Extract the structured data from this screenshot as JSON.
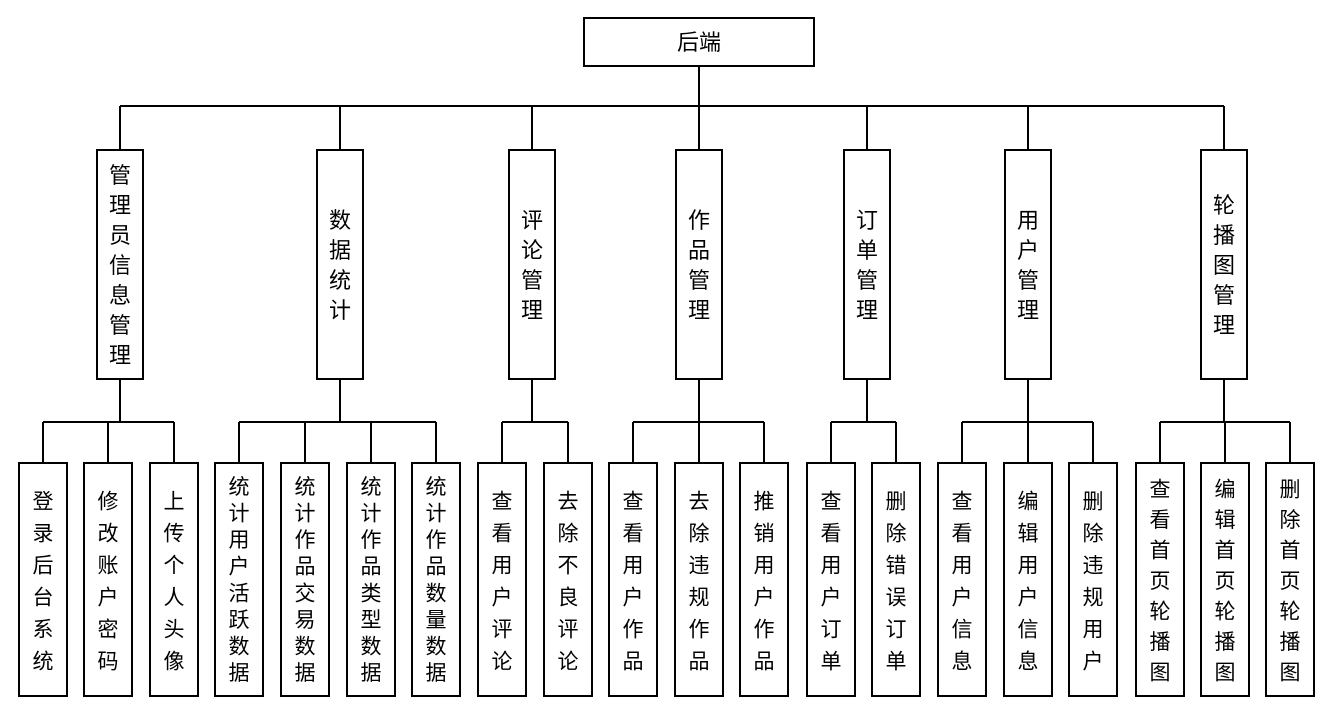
{
  "root": {
    "label": "后端",
    "children": [
      {
        "label": "管理员信息管理",
        "children": [
          "登录后台系统",
          "修改账户密码",
          "上传个人头像"
        ]
      },
      {
        "label": "数据统计",
        "children": [
          "统计用户活跃数据",
          "统计作品交易数据",
          "统计作品类型数据",
          "统计作品数量数据"
        ]
      },
      {
        "label": "评论管理",
        "children": [
          "查看用户评论",
          "去除不良评论"
        ]
      },
      {
        "label": "作品管理",
        "children": [
          "查看用户作品",
          "去除违规作品",
          "推销用户作品"
        ]
      },
      {
        "label": "订单管理",
        "children": [
          "查看用户订单",
          "删除错误订单"
        ]
      },
      {
        "label": "用户管理",
        "children": [
          "查看用户信息",
          "编辑用户信息",
          "删除违规用户"
        ]
      },
      {
        "label": "轮播图管理",
        "children": [
          "查看首页轮播图",
          "编辑首页轮播图",
          "删除首页轮播图"
        ]
      }
    ]
  }
}
